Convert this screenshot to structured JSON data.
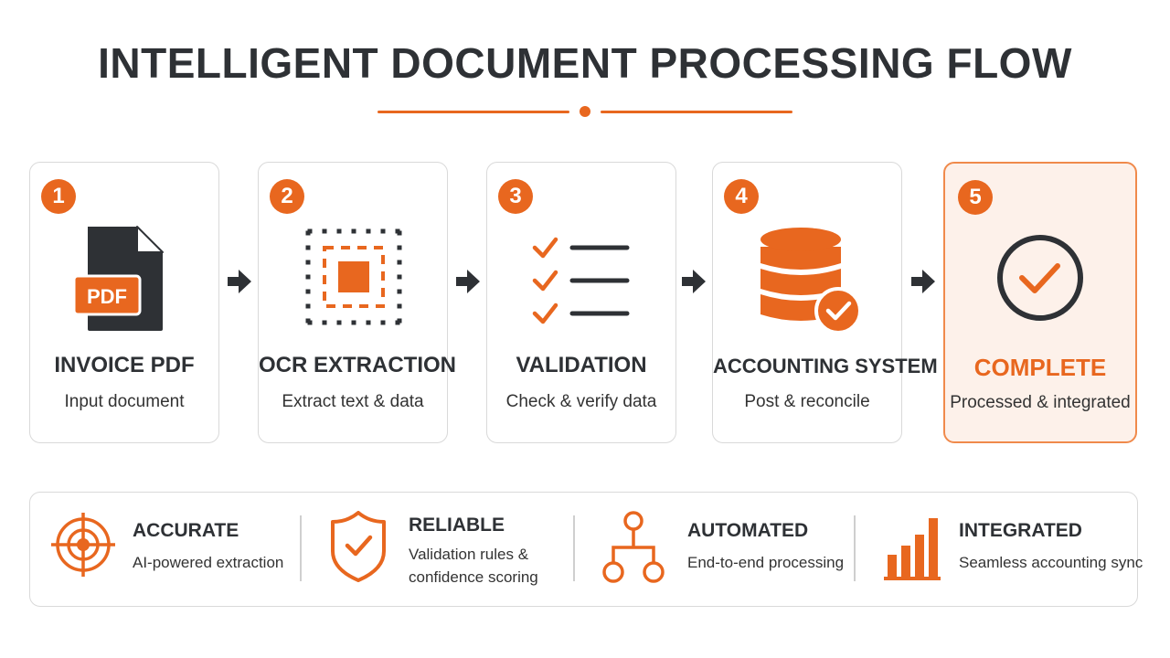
{
  "title": "INTELLIGENT DOCUMENT PROCESSING FLOW",
  "accent_color": "#e8671f",
  "dark_color": "#2e3135",
  "steps": [
    {
      "number": "1",
      "title": "INVOICE PDF",
      "desc": "Input document",
      "icon": "pdf-document-icon",
      "icon_label": "PDF"
    },
    {
      "number": "2",
      "title": "OCR EXTRACTION",
      "desc": "Extract text & data",
      "icon": "ocr-scan-icon"
    },
    {
      "number": "3",
      "title": "VALIDATION",
      "desc": "Check & verify data",
      "icon": "checklist-icon"
    },
    {
      "number": "4",
      "title": "ACCOUNTING SYSTEM",
      "desc": "Post & reconcile",
      "icon": "database-check-icon"
    },
    {
      "number": "5",
      "title": "COMPLETE",
      "desc": "Processed & integrated",
      "icon": "check-circle-icon"
    }
  ],
  "features": [
    {
      "title": "ACCURATE",
      "desc": [
        "AI-powered extraction"
      ],
      "icon": "target-icon"
    },
    {
      "title": "RELIABLE",
      "desc": [
        "Validation rules &",
        "confidence scoring"
      ],
      "icon": "shield-check-icon"
    },
    {
      "title": "AUTOMATED",
      "desc": [
        "End-to-end processing"
      ],
      "icon": "workflow-icon"
    },
    {
      "title": "INTEGRATED",
      "desc": [
        "Seamless accounting sync"
      ],
      "icon": "bar-chart-icon"
    }
  ]
}
